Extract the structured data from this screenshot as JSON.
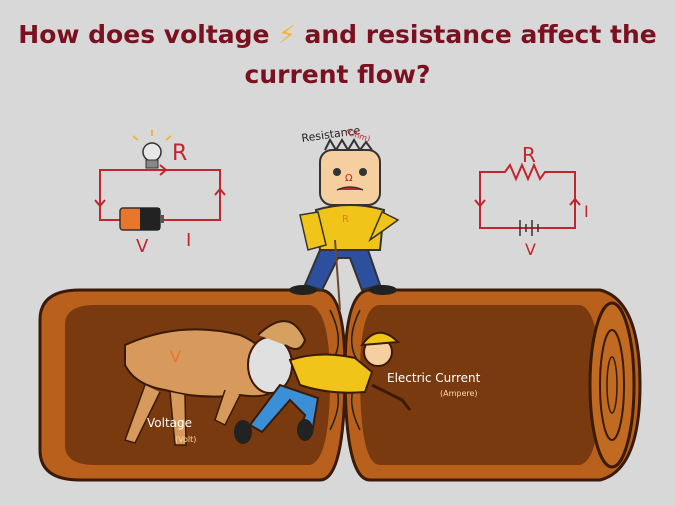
{
  "title": {
    "line1_before": "How does voltage",
    "bolt": "⚡",
    "line1_after": "and resistance affect the",
    "line2": "current flow?"
  },
  "left_circuit": {
    "resistor_label": "R",
    "voltage_label": "V",
    "current_label": "I"
  },
  "right_circuit": {
    "resistor_label": "R",
    "voltage_label": "V",
    "current_label": "I"
  },
  "resistance_character": {
    "label": "Resistance",
    "unit": "(Ohm)",
    "symbol": "Ω",
    "shirt_letter": "R"
  },
  "voltage_character": {
    "label": "Voltage",
    "unit": "(Volt)",
    "body_letter": "V"
  },
  "current_character": {
    "label": "Electric Current",
    "unit": "(Ampere)"
  },
  "colors": {
    "title": "#7a1020",
    "background": "#d8d8d8",
    "pipe_outer": "#b8601c",
    "pipe_inner": "#7a3a10",
    "helmet": "#f0c419",
    "label_text": "#ffffff"
  }
}
